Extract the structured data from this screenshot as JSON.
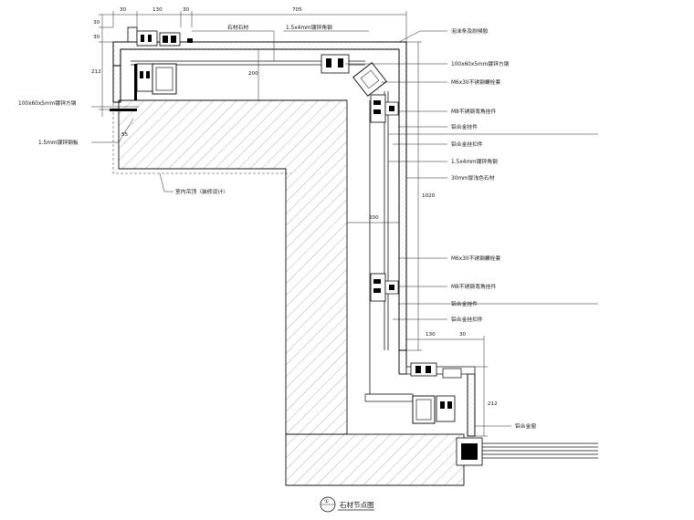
{
  "dimensions": {
    "top_30_left": "30",
    "top_130": "130",
    "top_30_right": "30",
    "top_705": "705",
    "left_30_top": "30",
    "left_30_bottom": "30",
    "left_212": "212",
    "left_55": "55",
    "beam_200": "200",
    "wall_200": "200",
    "right_1020": "1020",
    "bottom_130": "130",
    "bottom_30": "30",
    "bottom_212": "212"
  },
  "labels": {
    "stone_top": "石材石材",
    "tube_top": "1.5x4mm镀锌角钢",
    "waterproof": "泡沫条及耐候胶",
    "bar_top": "100x60x5mm镀锌方钢",
    "bolt_1": "M6x30不锈钢螺栓套",
    "bracket_1": "M8不锈钢弯角挂件",
    "alu_1": "铝合金挂件",
    "alu_2": "铝合金挂扣件",
    "tube_mid": "1.5x4mm镀锌角钢",
    "stone_mid": "30mm厚浅色石材",
    "bar_left": "100x60x5mm镀锌方钢",
    "plate_left": "1.5mm镀锌钢板",
    "beam_note": "室内吊顶（装修设计）",
    "bolt_2": "M6x30不锈钢螺栓套",
    "bracket_2": "M8不锈钢弯角挂件",
    "alu_3": "铝合金挂件",
    "alu_4": "铝合金挂扣件",
    "window": "铝合金窗"
  },
  "title": {
    "text": "石材节点图",
    "tag": "①"
  }
}
